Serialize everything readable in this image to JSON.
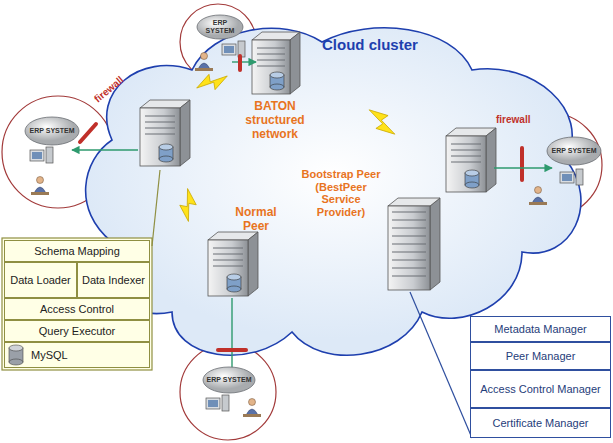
{
  "diagram": {
    "nodes": [
      {
        "text": [
          "ERP SYSTEM"
        ]
      },
      {
        "text": [
          "ERP SYSTEM"
        ]
      },
      {
        "text": [
          "ERP SYSTEM"
        ]
      },
      {
        "text": [
          "Schema Mapping"
        ]
      },
      {
        "text": [
          "Data Loader"
        ]
      },
      {
        "text": [
          "Data Indexer"
        ]
      },
      {
        "text": [
          "Access Control"
        ]
      },
      {
        "text": [
          "Query Executor"
        ]
      },
      {
        "text": [
          "MySQL"
        ]
      },
      {
        "text": [
          "Metadata Manager"
        ]
      },
      {
        "text": [
          "Peer Manager"
        ]
      },
      {
        "text": [
          "Access Control Manager"
        ]
      },
      {
        "text": [
          "Certificate Manager"
        ]
      },
      {
        "text": [
          "ERP SYSTEM"
        ]
      }
    ],
    "labels": [
      "Cloud cluster",
      "BATON structured network",
      "Normal Peer",
      "Bootstrap Peer (BestPeer Service Provider)",
      "firewall",
      "firewall"
    ]
  }
}
